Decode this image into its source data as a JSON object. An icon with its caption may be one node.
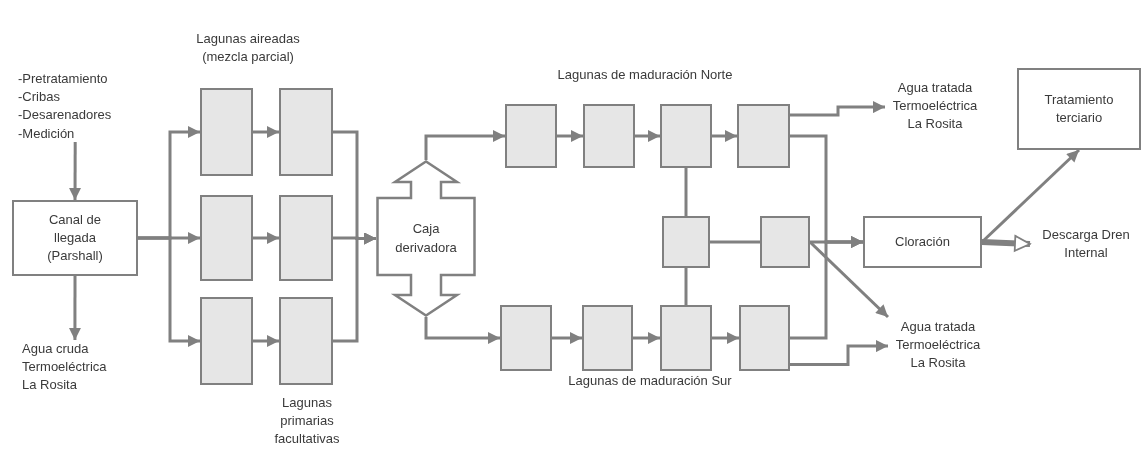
{
  "diagram": {
    "nodes": [
      {
        "text": [
          "-Pretratamiento",
          "-Cribas",
          "-Desarenadores",
          "-Medición"
        ]
      },
      {
        "text": [
          "Canal de llegada (Parshall)"
        ]
      },
      {
        "text": [
          "Agua cruda Termoeléctrica La Rosita"
        ]
      },
      {
        "text": [],
        "shape": "box"
      },
      {
        "text": [],
        "shape": "box"
      },
      {
        "text": [],
        "shape": "box"
      },
      {
        "text": [],
        "shape": "box"
      },
      {
        "text": [],
        "shape": "box"
      },
      {
        "text": [],
        "shape": "box"
      },
      {
        "text": [
          "Caja derivadora"
        ]
      },
      {
        "text": [],
        "shape": "box"
      },
      {
        "text": [],
        "shape": "box"
      },
      {
        "text": [],
        "shape": "box"
      },
      {
        "text": [],
        "shape": "box"
      },
      {
        "text": [],
        "shape": "box"
      },
      {
        "text": [],
        "shape": "box"
      },
      {
        "text": [],
        "shape": "box"
      },
      {
        "text": [],
        "shape": "box"
      },
      {
        "text": [],
        "shape": "box"
      },
      {
        "text": [],
        "shape": "box"
      },
      {
        "text": [
          "Agua tratada Termoeléctrica La Rosita"
        ]
      },
      {
        "text": [
          "Tratamiento terciario"
        ]
      },
      {
        "text": [
          "Cloración"
        ]
      },
      {
        "text": [
          "Descarga Dren Internal"
        ]
      },
      {
        "text": [
          "Agua tratada Termoeléctrica La Rosita"
        ]
      }
    ],
    "edges": [
      {
        "from": 0,
        "to": 1,
        "arrow": "to"
      },
      {
        "from": 1,
        "to": 2,
        "arrow": "to"
      },
      {
        "from": 1,
        "to": 3,
        "arrow": "to"
      },
      {
        "from": 1,
        "to": 5,
        "arrow": "to"
      },
      {
        "from": 1,
        "to": 7,
        "arrow": "to"
      },
      {
        "from": 3,
        "to": 4,
        "arrow": "to"
      },
      {
        "from": 5,
        "to": 6,
        "arrow": "to"
      },
      {
        "from": 7,
        "to": 8,
        "arrow": "to"
      },
      {
        "from": 4,
        "to": 9,
        "arrow": "to"
      },
      {
        "from": 6,
        "to": 9,
        "arrow": "to"
      },
      {
        "from": 8,
        "to": 9,
        "arrow": "to"
      },
      {
        "from": 9,
        "to": 10,
        "arrow": "to"
      },
      {
        "from": 9,
        "to": 16,
        "arrow": "to"
      },
      {
        "from": 10,
        "to": 11,
        "arrow": "to"
      },
      {
        "from": 11,
        "to": 12,
        "arrow": "to"
      },
      {
        "from": 12,
        "to": 13,
        "arrow": "to"
      },
      {
        "from": 16,
        "to": 17,
        "arrow": "to"
      },
      {
        "from": 17,
        "to": 18,
        "arrow": "to"
      },
      {
        "from": 18,
        "to": 19,
        "arrow": "to"
      },
      {
        "from": 12,
        "to": 14,
        "arrow": "none"
      },
      {
        "from": 18,
        "to": 14,
        "arrow": "none"
      },
      {
        "from": 14,
        "to": 15,
        "arrow": "none"
      },
      {
        "from": 13,
        "to": 20,
        "arrow": "to"
      },
      {
        "from": 13,
        "to": 22,
        "arrow": "to"
      },
      {
        "from": 15,
        "to": 22,
        "arrow": "to"
      },
      {
        "from": 15,
        "to": 24,
        "arrow": "to"
      },
      {
        "from": 19,
        "to": 22,
        "arrow": "to"
      },
      {
        "from": 19,
        "to": 24,
        "arrow": "to"
      },
      {
        "from": 22,
        "to": 21,
        "arrow": "to"
      },
      {
        "from": 22,
        "to": 23,
        "arrow": "to",
        "style": "thick"
      }
    ],
    "labels": [
      "Lagunas aireadas (mezcla parcial)",
      "Lagunas de maduración Norte",
      "Lagunas de maduración Sur",
      "Lagunas primarias facultativas"
    ]
  }
}
